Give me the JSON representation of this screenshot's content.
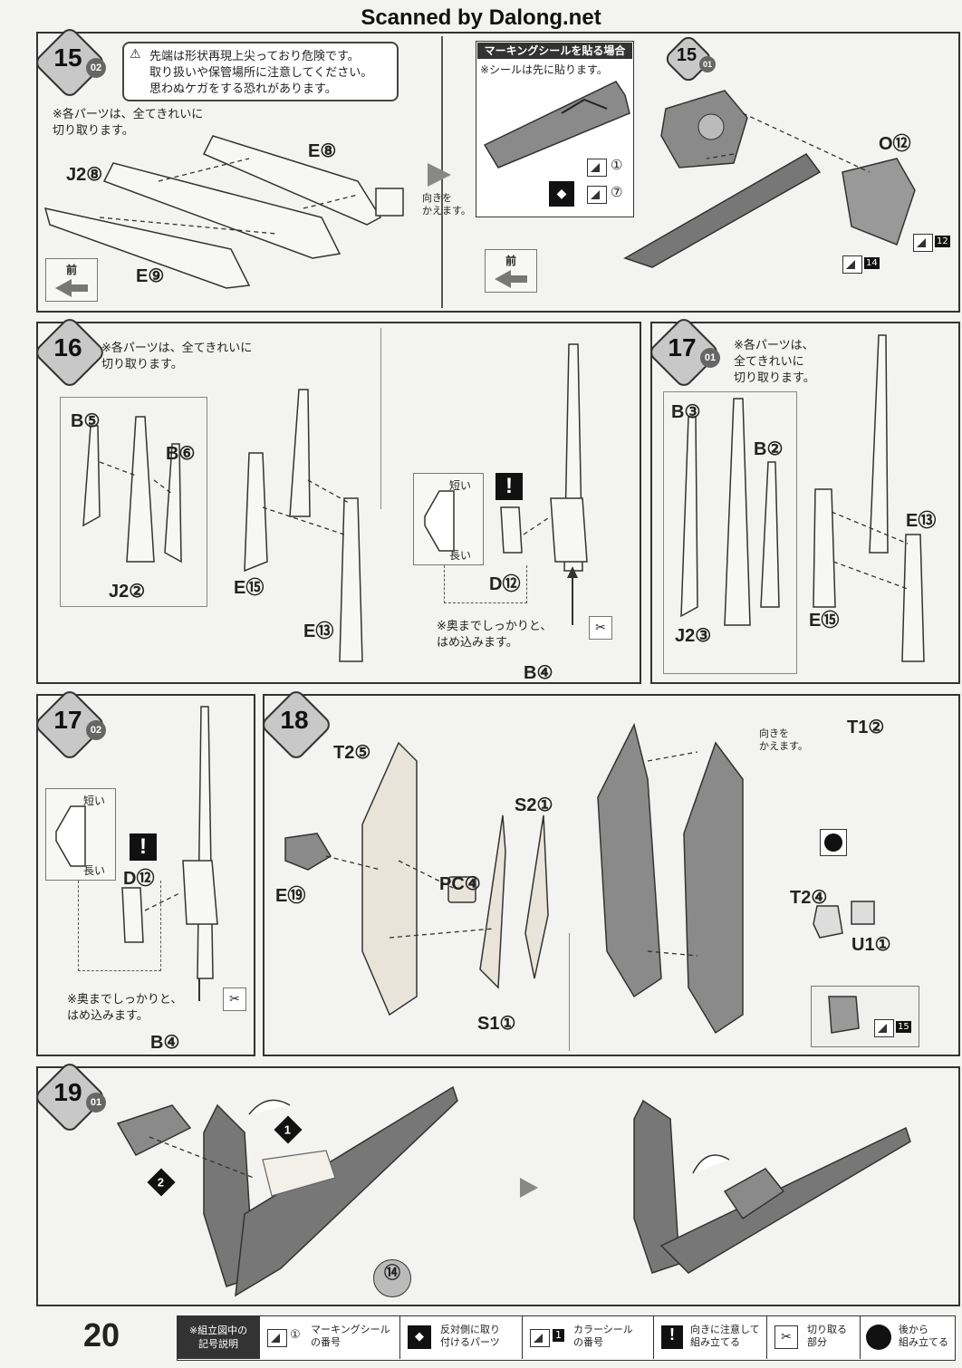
{
  "header": {
    "scan_credit": "Scanned by Dalong.net"
  },
  "page_number": "20",
  "steps": [
    {
      "num": "15",
      "sub": "02"
    },
    {
      "num": "15",
      "sub": "01"
    },
    {
      "num": "16",
      "sub": ""
    },
    {
      "num": "17",
      "sub": "01"
    },
    {
      "num": "17",
      "sub": "02"
    },
    {
      "num": "18",
      "sub": ""
    },
    {
      "num": "19",
      "sub": "01"
    }
  ],
  "warning": "先端は形状再現上尖っており危険です。\n取り扱いや保管場所に注意してください。\n思わぬケガをする恐れがあります。",
  "notes": {
    "cut_all_clean": "※各パーツは、全てきれいに\n切り取ります。",
    "cut_all_clean_narrow": "※各パーツは、\n全てきれいに\n切り取ります。",
    "turn_around": "向きを\nかえます。",
    "marking_title": "マーキングシールを貼る場合",
    "marking_first": "※シールは先に貼ります。",
    "insert_firmly": "※奥までしっかりと、\nはめ込みます。",
    "front": "前",
    "short": "短い",
    "long": "長い"
  },
  "parts": {
    "p15": [
      "E⑧",
      "J2⑧",
      "E⑨",
      "O⑫"
    ],
    "p16": [
      "B⑤",
      "B⑥",
      "J2②",
      "E⑮",
      "E⑬",
      "D⑫",
      "B④"
    ],
    "p17a": [
      "B③",
      "B②",
      "J2③",
      "E⑬",
      "E⑮"
    ],
    "p17b": [
      "D⑫",
      "B④"
    ],
    "p18": [
      "T2⑤",
      "S2①",
      "PC④",
      "E⑲",
      "S1①",
      "T1②",
      "T2④",
      "U1①"
    ],
    "p19": [
      "⑭"
    ]
  },
  "stickers": {
    "s1": "①",
    "s7": "⑦",
    "c14": "14",
    "c12": "12",
    "c15": "15",
    "seq1": "1",
    "seq2": "2"
  },
  "legend": {
    "header": "※組立図中の\n記号説明",
    "items": [
      {
        "icon": "sticker-icon",
        "num": "①",
        "text": "マーキングシール\nの番号"
      },
      {
        "icon": "opposite-side-icon",
        "num": "",
        "text": "反対側に取り\n付けるパーツ"
      },
      {
        "icon": "color-sticker-icon",
        "num": "1",
        "text": "カラーシール\nの番号"
      },
      {
        "icon": "exclamation-icon",
        "num": "",
        "text": "向きに注意して\n組み立てる"
      },
      {
        "icon": "cut-icon",
        "num": "",
        "text": "切り取る\n部分"
      },
      {
        "icon": "later-assembly-icon",
        "num": "",
        "text": "後から\n組み立てる"
      }
    ]
  }
}
